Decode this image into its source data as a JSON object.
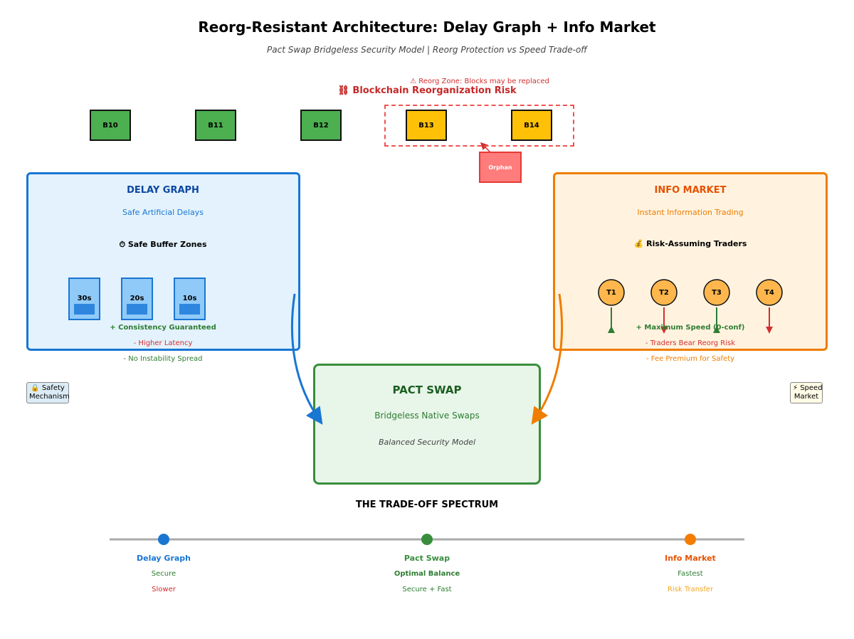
{
  "header": {
    "title": "Reorg-Resistant Architecture: Delay Graph + Info Market",
    "subtitle": "Pact Swap Bridgeless Security Model | Reorg Protection vs Speed Trade-off"
  },
  "blockchain": {
    "title": "⛓ Blockchain Reorganization Risk",
    "warning": "⚠ Reorg Zone: Blocks may be replaced",
    "blocks": [
      {
        "label": "B10",
        "state": "confirmed"
      },
      {
        "label": "B11",
        "state": "confirmed"
      },
      {
        "label": "B12",
        "state": "confirmed"
      },
      {
        "label": "B13",
        "state": "at-risk"
      },
      {
        "label": "B14",
        "state": "at-risk"
      }
    ],
    "orphan_label": "Orphan",
    "colors": {
      "confirmed": "#4caf50",
      "at_risk": "#ffc107",
      "orphan": "#ff7c7c",
      "zone": "#ef5350"
    }
  },
  "delay_graph": {
    "title": "DELAY GRAPH",
    "subtitle": "Safe Artificial Delays",
    "zone_label": "⏱ Safe Buffer Zones",
    "buffers": [
      "30s",
      "20s",
      "10s"
    ],
    "pros": [
      "+ Consistency Guaranteed"
    ],
    "cons": [
      "- Higher Latency"
    ],
    "extra": "- No Instability Spread",
    "side_label": "🔒 Safety\nMechanism",
    "color": "#1976d2"
  },
  "info_market": {
    "title": "INFO MARKET",
    "subtitle": "Instant Information Trading",
    "zone_label": "💰 Risk-Assuming Traders",
    "traders": [
      {
        "label": "T1",
        "direction": "up"
      },
      {
        "label": "T2",
        "direction": "down"
      },
      {
        "label": "T3",
        "direction": "up"
      },
      {
        "label": "T4",
        "direction": "down"
      }
    ],
    "pros": [
      "+ Maximum Speed (0-conf)"
    ],
    "cons": [
      "- Traders Bear Reorg Risk"
    ],
    "extra": "- Fee Premium for Safety",
    "side_label": "⚡ Speed\nMarket",
    "color": "#ef7d00"
  },
  "pact_swap": {
    "title": "PACT SWAP",
    "subtitle": "Bridgeless Native Swaps",
    "tagline": "Balanced Security Model",
    "color": "#388e3c"
  },
  "spectrum": {
    "title": "THE TRADE-OFF SPECTRUM",
    "points": [
      {
        "name": "Delay Graph",
        "line1": "Secure",
        "line2": "Slower",
        "color": "#1976d2"
      },
      {
        "name": "Pact Swap",
        "line1": "Optimal Balance",
        "line2": "Secure + Fast",
        "color": "#388e3c"
      },
      {
        "name": "Info Market",
        "line1": "Fastest",
        "line2": "Risk Transfer",
        "color": "#f57c00"
      }
    ]
  }
}
